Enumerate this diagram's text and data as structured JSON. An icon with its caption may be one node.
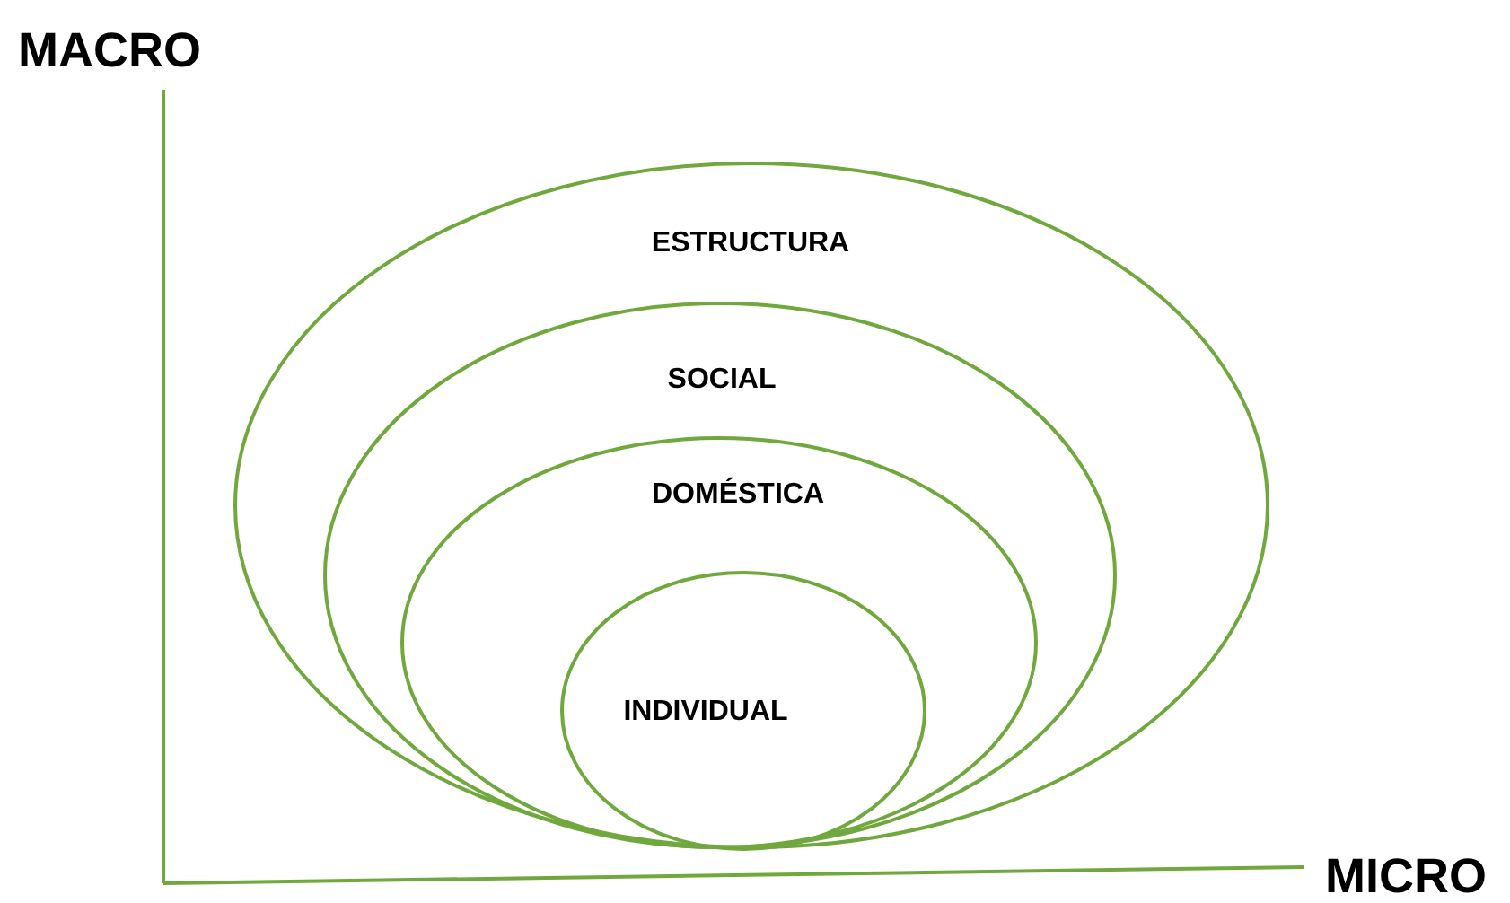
{
  "diagram": {
    "nodes": [
      {
        "text": [
          "ESTRUCTURA"
        ]
      },
      {
        "text": [
          "SOCIAL"
        ],
        "in": 0
      },
      {
        "text": [
          "DOMÉSTICA"
        ],
        "in": 1
      },
      {
        "text": [
          "INDIVIDUAL"
        ],
        "in": 2
      }
    ],
    "labels": [
      "MACRO",
      "MICRO"
    ]
  }
}
